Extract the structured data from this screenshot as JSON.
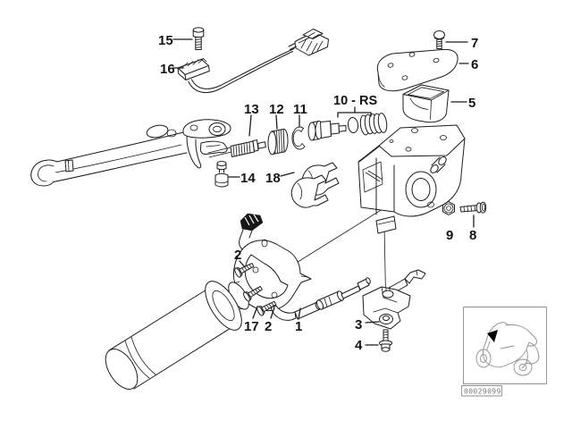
{
  "diagram": {
    "parts_labels": [
      {
        "id": "screw-15",
        "text": "15"
      },
      {
        "id": "switch-16",
        "text": "16"
      },
      {
        "id": "screw-7",
        "text": "7"
      },
      {
        "id": "cover-6",
        "text": "6"
      },
      {
        "id": "reservoir-5",
        "text": "5"
      },
      {
        "id": "adjuster-13",
        "text": "13"
      },
      {
        "id": "knurled-nut-12",
        "text": "12"
      },
      {
        "id": "retaining-ring-11",
        "text": "11"
      },
      {
        "id": "repair-kit-10",
        "text": "10 - RS"
      },
      {
        "id": "bleed-screw-14",
        "text": "14"
      },
      {
        "id": "clips-18",
        "text": "18"
      },
      {
        "id": "nut-9",
        "text": "9"
      },
      {
        "id": "screw-8",
        "text": "8"
      },
      {
        "id": "screw-2a",
        "text": "2"
      },
      {
        "id": "screw-17",
        "text": "17"
      },
      {
        "id": "screw-2b",
        "text": "2"
      },
      {
        "id": "cable-1",
        "text": "1"
      },
      {
        "id": "bracket-3",
        "text": "3"
      },
      {
        "id": "screw-4",
        "text": "4"
      }
    ],
    "doc_code": "00029099"
  },
  "colors": {
    "line": "#1c1c1c",
    "background": "#ffffff",
    "thumbnail_line": "#8f8f8f",
    "highlight_marker": "#000000"
  }
}
